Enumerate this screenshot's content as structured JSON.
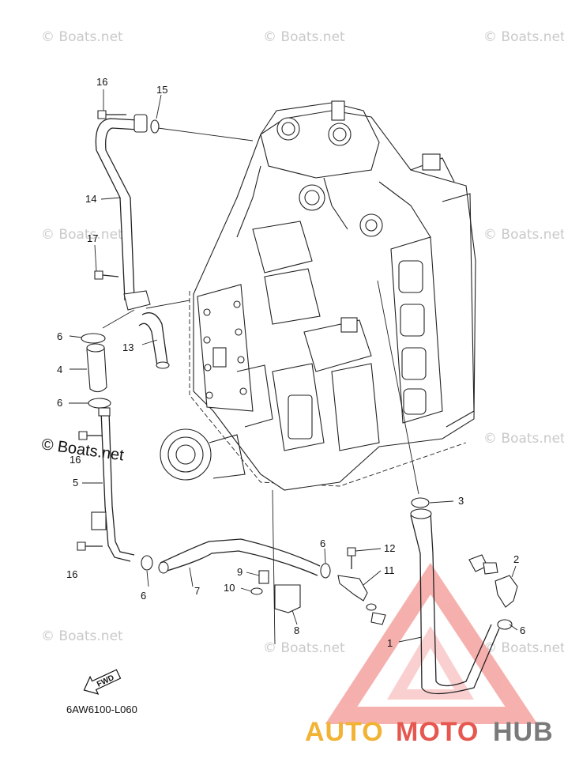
{
  "watermark": {
    "text": "© Boats.net",
    "prominent_text": "© Boats.net"
  },
  "diagram": {
    "code": "6AW6100-L060",
    "fwd_label": "FWD",
    "callouts": [
      "1",
      "2",
      "3",
      "4",
      "5",
      "6",
      "7",
      "8",
      "9",
      "10",
      "11",
      "12",
      "13",
      "14",
      "15",
      "16",
      "17"
    ]
  },
  "logo": {
    "part1": "AUTO",
    "part2": "MOTO",
    "part3": "HUB",
    "colors": {
      "auto": "#f2b233",
      "moto": "#e5574f",
      "hub": "#7a7a7a",
      "triangle": "#f4a3a0"
    }
  }
}
